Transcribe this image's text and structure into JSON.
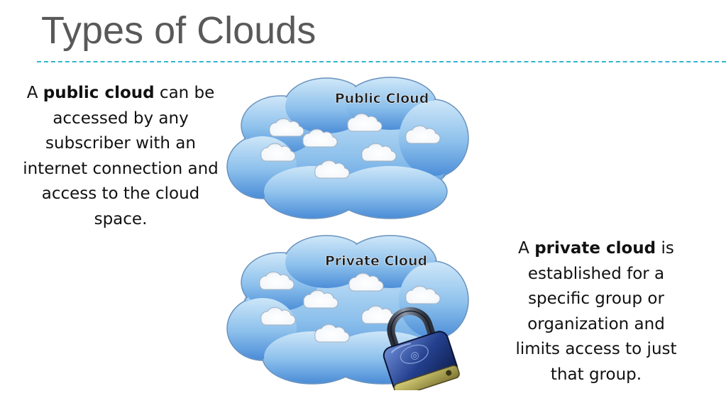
{
  "slide": {
    "title": "Types of Clouds"
  },
  "public": {
    "prefix": "A ",
    "term": "public cloud",
    "description": " can be accessed by any subscriber with an internet connection and access to the cloud space.",
    "cloud_label": "Public Cloud"
  },
  "private": {
    "prefix": "A ",
    "term": "private cloud",
    "description": " is established for a specific group or organization and limits access to just that group.",
    "cloud_label": "Private Cloud"
  },
  "colors": {
    "title": "#595959",
    "divider": "#31b5cf",
    "cloud_top": "#c7e3f7",
    "cloud_bottom": "#4d8ed8",
    "cloud_outline": "#5a86b5"
  },
  "icons": [
    "public-cloud-icon",
    "private-cloud-icon",
    "padlock-icon"
  ]
}
